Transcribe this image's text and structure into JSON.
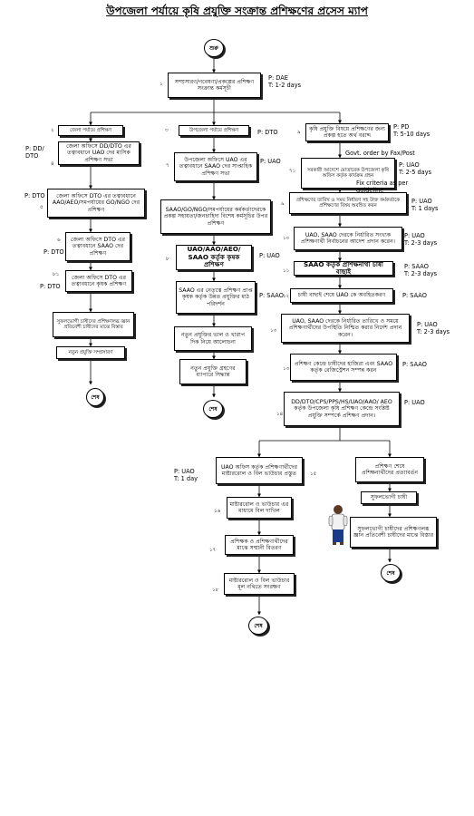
{
  "title": "উপজেলা পর্যায়ে কৃষি প্রযুক্তি সংক্রান্ত প্রশিক্ষণের প্রসেস ম্যাপ",
  "start_label": "শুরু",
  "end_label": "শেষ",
  "nodes": {
    "n1": "সম্প্রসারণ/গবেষণা/প্রকল্পের প্রশিক্ষণ সংক্রান্ত কর্মসূচী",
    "n2": "জেলা পর্যায়ে প্রশিক্ষণ",
    "n3": "উপজেলা পর্যায়ে প্রশিক্ষণ",
    "n4": "জেলা অফিসে DD/DTO এর তত্বাবধানে UAO দের মাসিক প্রশিক্ষণ সভা",
    "n5": "জেলা অফিসে DTO এর তত্বাবধানে AAO/AEO/সমপর্যায়ের GO/NGO দের প্রশিক্ষণ",
    "n6": "জেলা অফিসে DTO এর তত্বাবধানে SAAO দের প্রশিক্ষণ",
    "n8b": "জেলা অফিসে DTO এর তত্বাবধানে কৃষক প্রশিক্ষণ",
    "left_spread": "সুফলভোগী চাষীদের প্রশিক্ষণলব্ধ জ্ঞান প্রতিবেশী চাষীদের মাঝে বিস্তার",
    "left_new_tech": "নতুন প্রযুক্তি সম্প্রসারণ",
    "n7": "উপজেলা অফিসে UAO এর তত্বাবধানে SAAO দের সাপ্তাহিক প্রশিক্ষণ সভা",
    "mid_saao_go": "SAAO/GO/NGO/সমপর্যায়ের কর্মকর্তাদেরকে প্রকল্প সহায়তা/জনচাহিদা বিশেষ কর্মসূচির উপর প্রশিক্ষণ",
    "n8": "UAO/AAO/AEO/ SAAO কর্তৃক কৃষক প্রশিক্ষণ",
    "mid_saao_farm": "SAAO এর নেতৃত্বে প্রশিক্ষণ প্রাপ্ত কৃষক কর্তৃক উন্নত প্রযুক্তির মাঠ পরিদর্শন",
    "mid_new_tech": "নতুন প্রযুক্তির ভাল ও খারাপ দিক নিয়ে আলোচনা",
    "mid_decision": "নতুন প্রযুক্তি গ্রহণের ব্যাপারে সিদ্ধান্ত",
    "n9": "কৃষি প্রযুক্তি বিষয়ে প্রশিক্ষণের জন্য প্রকল্প হতে অর্থ বরাদ্দ",
    "n10": "সরকারী আদেশে মোতাবেক উপজেলা কৃষি অফিস কর্তৃক কার্যক্রম গ্রহন",
    "n11": "প্রশিক্ষণের তারিখ ও সময় নির্ধারণ সহ উক্ত কর্মকর্তাকে প্রশিক্ষণের বিষয় অবহিত করন",
    "n12": "UAO, SAAO দেরকে নির্ধারিত সংখ্যক প্রশিক্ষণার্থী নির্বাচনের আদেশ প্রদান করেন।",
    "n13": "SAAO কর্তৃক প্রশিক্ষনার্থী চাষী বাছাই",
    "n14": "চাষী বাছাই শেষে UAO কে অবহিতকরণ",
    "n15": "UAO, SAAO দেরকে নির্ধারিত তারিখে ও সময়ে প্রশিক্ষণার্থীদের উপস্থিতি নিশ্চিত করার নির্দেশ প্রদান করেন।",
    "n16": "প্রশিক্ষণ কেন্দ্রে চাষীদের হাজিরা এবং SAAO কর্তৃক রেজিস্ট্রেশন সম্পন্ন করন",
    "n17": "DD/DTO/CPS/PPS/HS/UAO/AAO/ AEO কর্তৃক উপজেলা কৃষি প্রশিক্ষণ কেন্দ্রে সংশ্লিষ্ট প্রযুক্তি সম্পর্কে প্রশিক্ষণ প্রদান।",
    "n18": "UAO অফিস কর্তৃক প্রশিক্ষণার্থীদের মাষ্টাররোল ও বিল ভাউচার প্রস্তুত",
    "n19": "প্রশিক্ষণ শেষে প্রশিক্ষনার্থীদের প্রত্যাবর্তন",
    "n20": "মাষ্টাররোল ও ভাউচার এর মাধ্যমে বিল দাখিল",
    "n21": "প্রশিক্ষক ও প্রশিক্ষণার্থীদের মাঝে সম্মানী বিতরণ",
    "n22": "মাষ্টাররোল ও বিল ভাউচার মূল নথিতে সংরক্ষণ",
    "benef": "সুফলভোগী চাষী",
    "benef_spread": "সুফলভোগী চাষীদের প্রশিক্ষণলব্ধ জ্ঞান প্রতিবেশী চাষীদের মাঝে বিস্তার"
  },
  "numbers": {
    "n1": "১",
    "n2": "২",
    "n3": "৩",
    "n4": "৪",
    "n5": "৫",
    "n6": "৬",
    "n8b": "৮১",
    "n7": "৭",
    "n8": "৮",
    "n9": "৯",
    "n10": "৭১",
    "n11": "৯",
    "n12": "১০",
    "n13": "১১",
    "n14": "১২",
    "n15": "১৩",
    "n16": "১৩",
    "n17": "১৪",
    "n18": "১৫",
    "n20": "১৬",
    "n21": "১৭",
    "n22": "১৮"
  },
  "notes": {
    "dae": "P: DAE\nT: 1-2 days",
    "dd_dto": "P: DD/\nDTO",
    "dto_a": "P: DTO",
    "dto_b": "P: DTO",
    "dto_c": "P: DTO",
    "dto_mid": "P: DTO",
    "uao_mid": "P: UAO",
    "uao_mid2": "P: UAO",
    "saao_mid": "P: SAAO",
    "pd": "P: PD\nT: 5-10 days",
    "govt_order": "Govt. order by Fax/Post",
    "uao_25": "P: UAO\nT: 2-5 days",
    "fix_criteria": "Fix criteria as per\nguideline",
    "uao_1": "P: UAO\nT: 1 days",
    "uao_23a": "P: UAO\nT: 2-3 days",
    "saao_23": "P: SAAO\nT: 2-3 days",
    "saao_r1": "P: SAAO",
    "uao_23b": "P: UAO\nT: 2-3 days",
    "saao_r2": "P: SAAO",
    "uao_r": "P: UAO",
    "uao_1day": "P: UAO\nT: 1 day"
  }
}
